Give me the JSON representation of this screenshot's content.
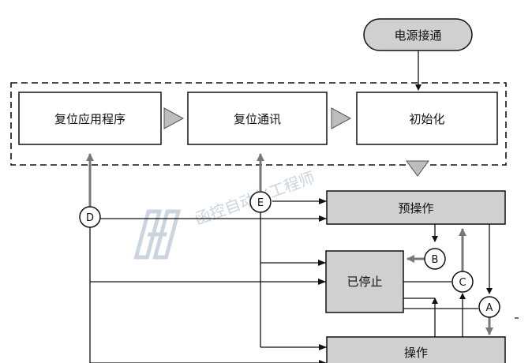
{
  "nodes": {
    "power_on": "电源接通",
    "reset_application": "复位应用程序",
    "reset_communication": "复位通讯",
    "initialization": "初始化",
    "pre_operational": "预操作",
    "stopped": "已停止",
    "operational": "操作"
  },
  "transitions": {
    "a": "A",
    "b": "B",
    "c": "C",
    "d": "D",
    "e": "E"
  },
  "watermark": {
    "text": "函控自动化工程师"
  },
  "colors": {
    "state_box_fill": "#d0d0d0",
    "arrow_gray": "#777777",
    "line_black": "#111111",
    "watermark": "#b9c7d6"
  }
}
